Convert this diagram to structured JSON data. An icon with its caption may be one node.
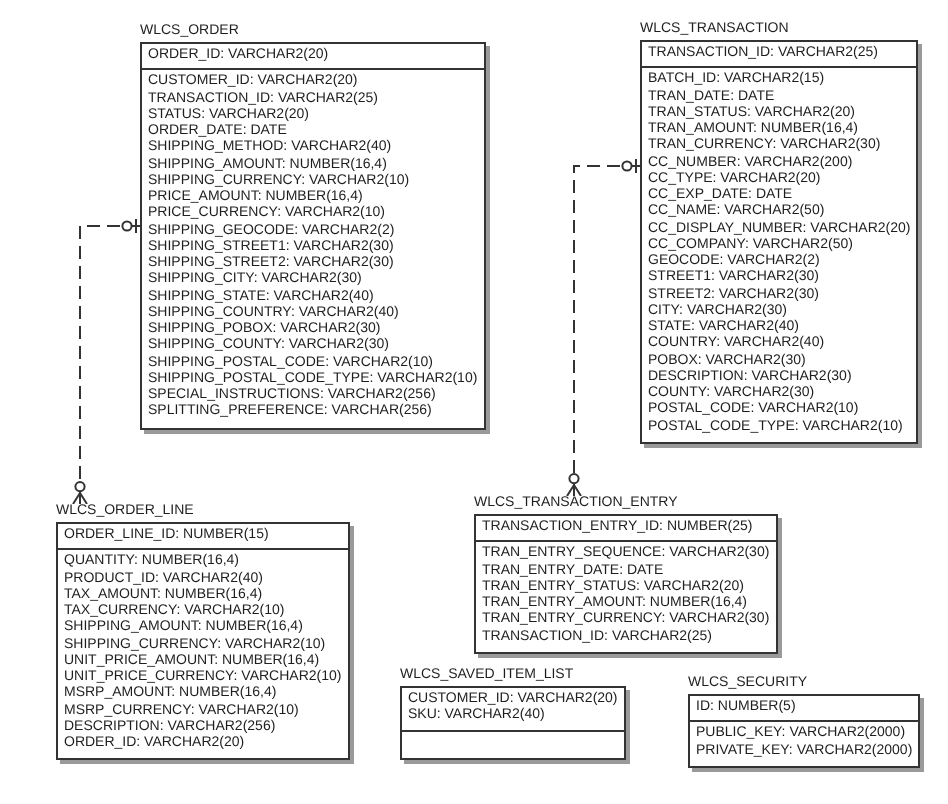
{
  "diagram": {
    "nodes": [
      {
        "text": [
          "WLCS_ORDER",
          "ORDER_ID: VARCHAR2(20)",
          "CUSTOMER_ID: VARCHAR2(20)",
          "TRANSACTION_ID: VARCHAR2(25)",
          "STATUS: VARCHAR2(20)",
          "ORDER_DATE: DATE",
          "SHIPPING_METHOD: VARCHAR2(40)",
          "SHIPPING_AMOUNT: NUMBER(16,4)",
          "SHIPPING_CURRENCY: VARCHAR2(10)",
          "PRICE_AMOUNT: NUMBER(16,4)",
          "PRICE_CURRENCY: VARCHAR2(10)",
          "SHIPPING_GEOCODE: VARCHAR2(2)",
          "SHIPPING_STREET1: VARCHAR2(30)",
          "SHIPPING_STREET2: VARCHAR2(30)",
          "SHIPPING_CITY: VARCHAR2(30)",
          "SHIPPING_STATE: VARCHAR2(40)",
          "SHIPPING_COUNTRY: VARCHAR2(40)",
          "SHIPPING_POBOX: VARCHAR2(30)",
          "SHIPPING_COUNTY: VARCHAR2(30)",
          "SHIPPING_POSTAL_CODE: VARCHAR2(10)",
          "SHIPPING_POSTAL_CODE_TYPE: VARCHAR2(10)",
          "SPECIAL_INSTRUCTIONS: VARCHAR2(256)",
          "SPLITTING_PREFERENCE: VARCHAR(256)"
        ]
      },
      {
        "text": [
          "WLCS_TRANSACTION",
          "TRANSACTION_ID: VARCHAR2(25)",
          "BATCH_ID: VARCHAR2(15)",
          "TRAN_DATE: DATE",
          "TRAN_STATUS: VARCHAR2(20)",
          "TRAN_AMOUNT: NUMBER(16,4)",
          "TRAN_CURRENCY: VARCHAR2(30)",
          "CC_NUMBER: VARCHAR2(200)",
          "CC_TYPE: VARCHAR2(20)",
          "CC_EXP_DATE: DATE",
          "CC_NAME: VARCHAR2(50)",
          "CC_DISPLAY_NUMBER: VARCHAR2(20)",
          "CC_COMPANY: VARCHAR2(50)",
          "GEOCODE: VARCHAR2(2)",
          "STREET1: VARCHAR2(30)",
          "STREET2: VARCHAR2(30)",
          "CITY: VARCHAR2(30)",
          "STATE: VARCHAR2(40)",
          "COUNTRY: VARCHAR2(40)",
          "POBOX: VARCHAR2(30)",
          "DESCRIPTION: VARCHAR2(30)",
          "COUNTY: VARCHAR2(30)",
          "POSTAL_CODE: VARCHAR2(10)",
          "POSTAL_CODE_TYPE: VARCHAR2(10)"
        ]
      },
      {
        "text": [
          "WLCS_ORDER_LINE",
          "ORDER_LINE_ID: NUMBER(15)",
          "QUANTITY: NUMBER(16,4)",
          "PRODUCT_ID: VARCHAR2(40)",
          "TAX_AMOUNT: NUMBER(16,4)",
          "TAX_CURRENCY: VARCHAR2(10)",
          "SHIPPING_AMOUNT: NUMBER(16,4)",
          "SHIPPING_CURRENCY: VARCHAR2(10)",
          "UNIT_PRICE_AMOUNT: NUMBER(16,4)",
          "UNIT_PRICE_CURRENCY: VARCHAR2(10)",
          "MSRP_AMOUNT: NUMBER(16,4)",
          "MSRP_CURRENCY: VARCHAR2(10)",
          "DESCRIPTION: VARCHAR2(256)",
          "ORDER_ID: VARCHAR2(20)"
        ]
      },
      {
        "text": [
          "WLCS_TRANSACTION_ENTRY",
          "TRANSACTION_ENTRY_ID: NUMBER(25)",
          "TRAN_ENTRY_SEQUENCE: VARCHAR2(30)",
          "TRAN_ENTRY_DATE: DATE",
          "TRAN_ENTRY_STATUS: VARCHAR2(20)",
          "TRAN_ENTRY_AMOUNT: NUMBER(16,4)",
          "TRAN_ENTRY_CURRENCY: VARCHAR2(30)",
          "TRANSACTION_ID: VARCHAR2(25)"
        ]
      },
      {
        "text": [
          "WLCS_SAVED_ITEM_LIST",
          "CUSTOMER_ID: VARCHAR2(20)",
          "SKU: VARCHAR2(40)"
        ]
      },
      {
        "text": [
          "WLCS_SECURITY",
          "ID: NUMBER(5)",
          "PUBLIC_KEY: VARCHAR2(2000)",
          "PRIVATE_KEY: VARCHAR2(2000)"
        ]
      }
    ],
    "edges": [
      {
        "from": 0,
        "to": 2,
        "arrow": "other",
        "style": "dashed"
      },
      {
        "from": 1,
        "to": 3,
        "arrow": "other",
        "style": "dashed"
      }
    ]
  }
}
